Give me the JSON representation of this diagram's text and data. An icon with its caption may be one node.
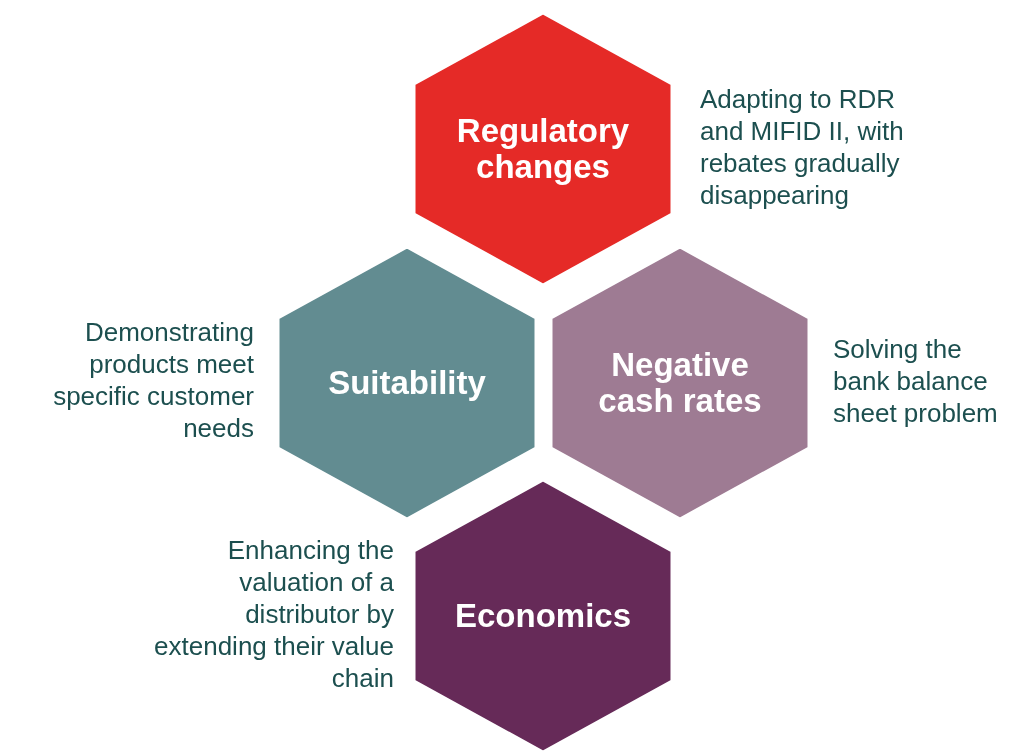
{
  "diagram": {
    "nodes": [
      {
        "text": [
          "Regulatory changes"
        ],
        "beside": [
          "Adapting to RDR and MIFID II, with rebates gradually disappearing"
        ]
      },
      {
        "text": [
          "Suitability"
        ],
        "beside": [
          "Demonstrating products meet specific customer needs"
        ]
      },
      {
        "text": [
          "Negative cash rates"
        ],
        "beside": [
          "Solving the bank balance sheet problem"
        ]
      },
      {
        "text": [
          "Economics"
        ],
        "beside": [
          "Enhancing the valuation of a distributor by extending their value chain"
        ]
      }
    ]
  }
}
